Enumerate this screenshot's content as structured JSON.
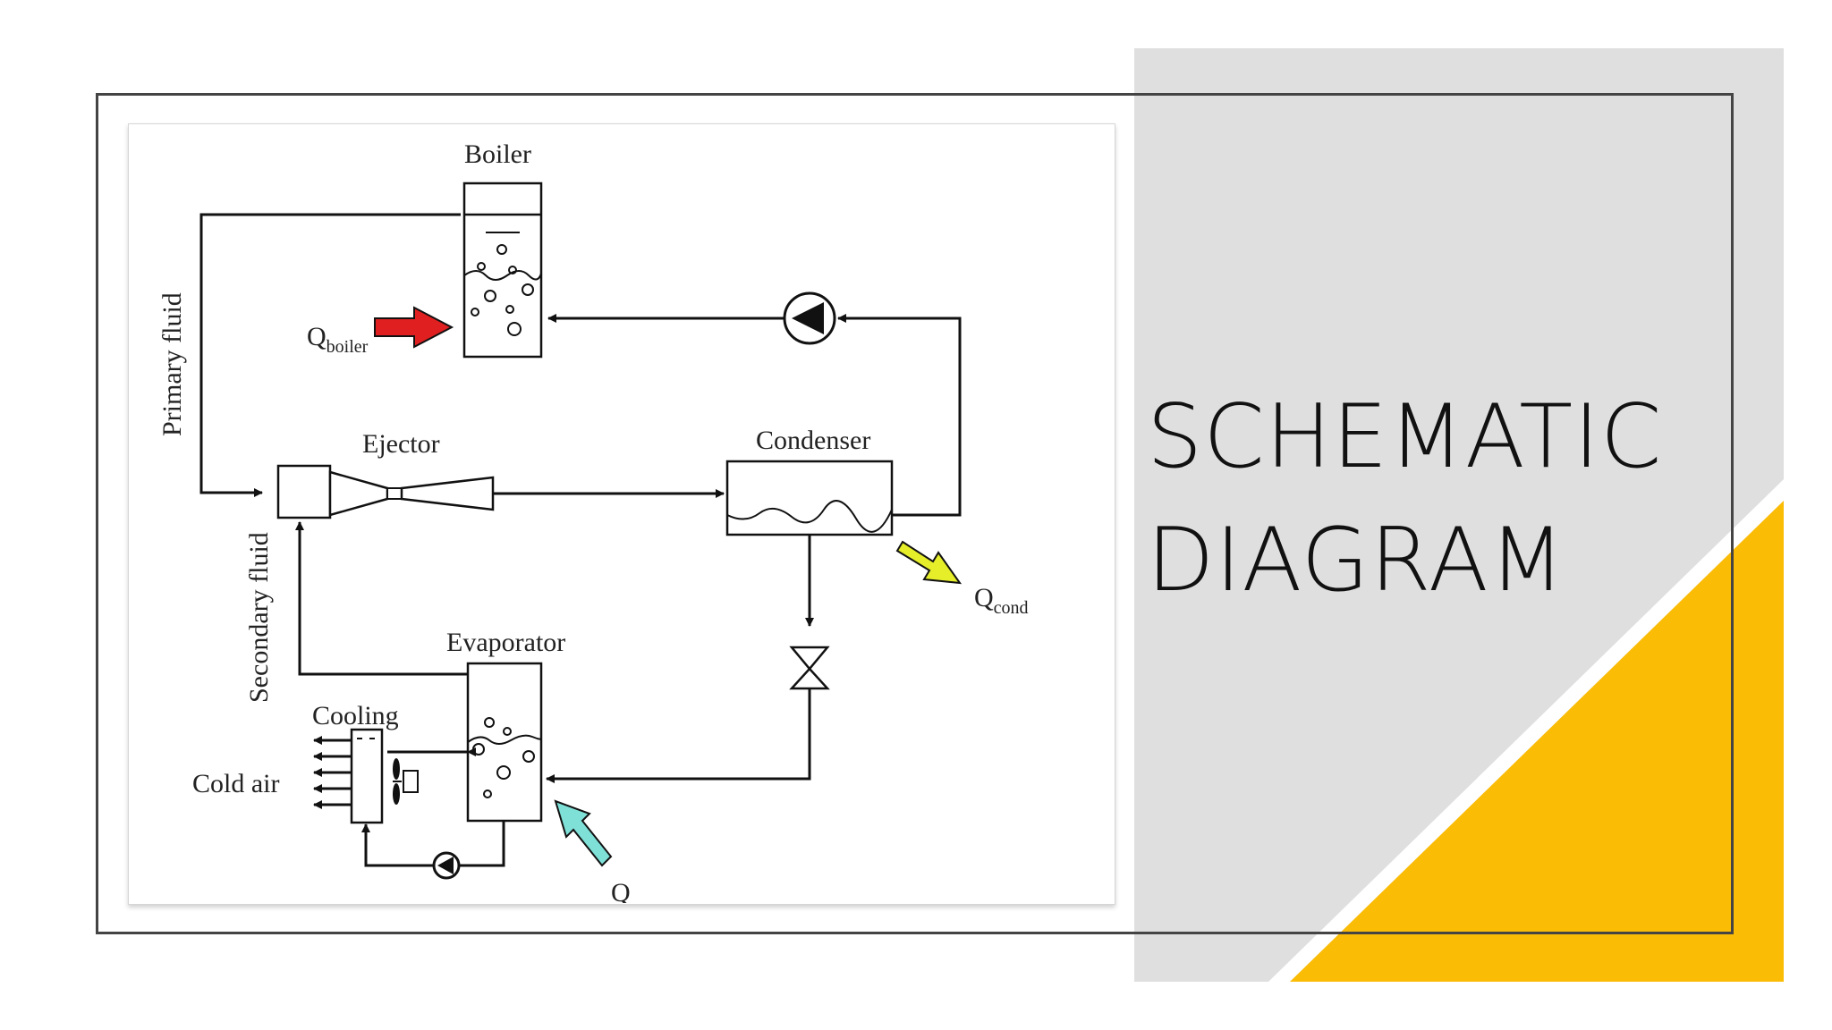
{
  "slide": {
    "title_line1": "SCHEMATIC",
    "title_line2": "DIAGRAM"
  },
  "colors": {
    "panel_gray": "#dfdfdf",
    "accent_yellow": "#fbbc05",
    "frame": "#444444",
    "heat_in_arrow": "#e02020",
    "heat_out_arrow": "#e6ee2a",
    "heat_evap_arrow": "#7fe0d8"
  },
  "diagram": {
    "labels": {
      "boiler": "Boiler",
      "ejector": "Ejector",
      "condenser": "Condenser",
      "evaporator": "Evaporator",
      "cooling": "Cooling",
      "cold_air": "Cold air",
      "primary_fluid": "Primary fluid",
      "secondary_fluid": "Secondary fluid",
      "q_boiler_main": "Q",
      "q_boiler_sub": "boiler",
      "q_cond_main": "Q",
      "q_cond_sub": "cond",
      "q_evap_partial": "Q"
    },
    "icons": [
      "pump-icon",
      "expansion-valve-icon",
      "fan-icon"
    ]
  }
}
